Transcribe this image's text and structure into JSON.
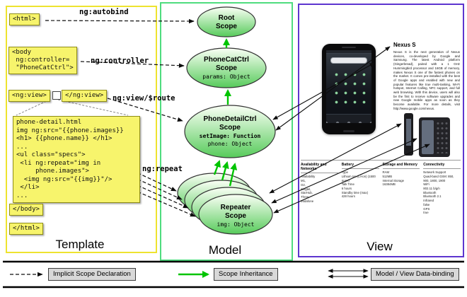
{
  "colors": {
    "template_border": "#eee32f",
    "model_border": "#4fdc7e",
    "view_border": "#5d35cf",
    "scope_fill_green": "#57cb5b",
    "inheritance_arrow_green": "#00c400"
  },
  "template": {
    "section_label": "Template",
    "tags": {
      "html_open": "<html>",
      "body_open": "<body\n ng:controller=\n \"PhoneCatCtrl\">",
      "ngview_open": "<ng:view>",
      "ngview_close": "</ng:view>",
      "body_close": "</body>",
      "html_close": "</html>"
    },
    "annotations": {
      "autobind": "ng:autobind",
      "controller": "ng:controller",
      "view_route": "ng:view/$route",
      "repeat": "ng:repeat"
    },
    "code_snippet": "phone-detail.html\nimg ng:src=\"{{phone.images}}\n<h1> {{phone.name}} </h1>\n...\n<ul class=\"specs\">\n <li ng:repeat=\"img in\n     phone.images\">\n  <img ng:src=\"{{img}}\"/>\n </li>\n..."
  },
  "model": {
    "section_label": "Model",
    "root_scope": {
      "title": "Root\nScope"
    },
    "phonecat_scope": {
      "title": "PhoneCatCtrl\nScope",
      "prop": "params: Object"
    },
    "phonedetail_scope": {
      "title": "PhoneDetailCtrl\nScope",
      "prop_bold": "setImage: Function",
      "prop": "phone: Object"
    },
    "repeater_scope": {
      "title": "Repeater\nScope",
      "prop": "img: Object"
    }
  },
  "view": {
    "section_label": "View",
    "phone_title": "Nexus S",
    "description": "Nexus S is the next generation of Nexus devices, co-developed by Google and Samsung. The latest Android platform (Gingerbread), paired with a 1 GHz Hummingbird processor and 16GB of memory, makes Nexus S one of the fastest phones on the market. It comes pre-installed with the best of Google apps and enabled with new and popular features like true multi-tasking, Wi-Fi hotspot, Internet Calling, NFC support, and full web browsing. With this device, users will also be the first to receive software upgrades and new Google mobile apps as soon as they become available. For more details, visit http://www.google.com/nexus.",
    "specs": {
      "col1": {
        "header": "Availability and Networks",
        "body": "Availability\nM1,\nO2,\nSingtel,\nStarHub,\nThree,\nVodafone"
      },
      "col2": {
        "header": "Battery",
        "body": "Type\nLithium Ion (Li-Ion) (1500 mAH)\nTalk Time\n6 hours\nStandby time (max)\n428 hours"
      },
      "col3": {
        "header": "Storage and Memory",
        "body": "RAM\n512MB\nInternal Storage\n16384MB"
      },
      "col4": {
        "header": "Connectivity",
        "body": "Network Support\nQuad-band GSM: 850, 900, 1800, 1900\nWiFi\n802.11 b/g/n\nBluetooth\nBluetooth 2.1\nInfrared\nfalse\nGPS\ntrue"
      }
    }
  },
  "legend": {
    "implicit": "Implicit Scope Declaration",
    "inheritance": "Scope Inheritance",
    "databinding": "Model / View Data-binding"
  }
}
